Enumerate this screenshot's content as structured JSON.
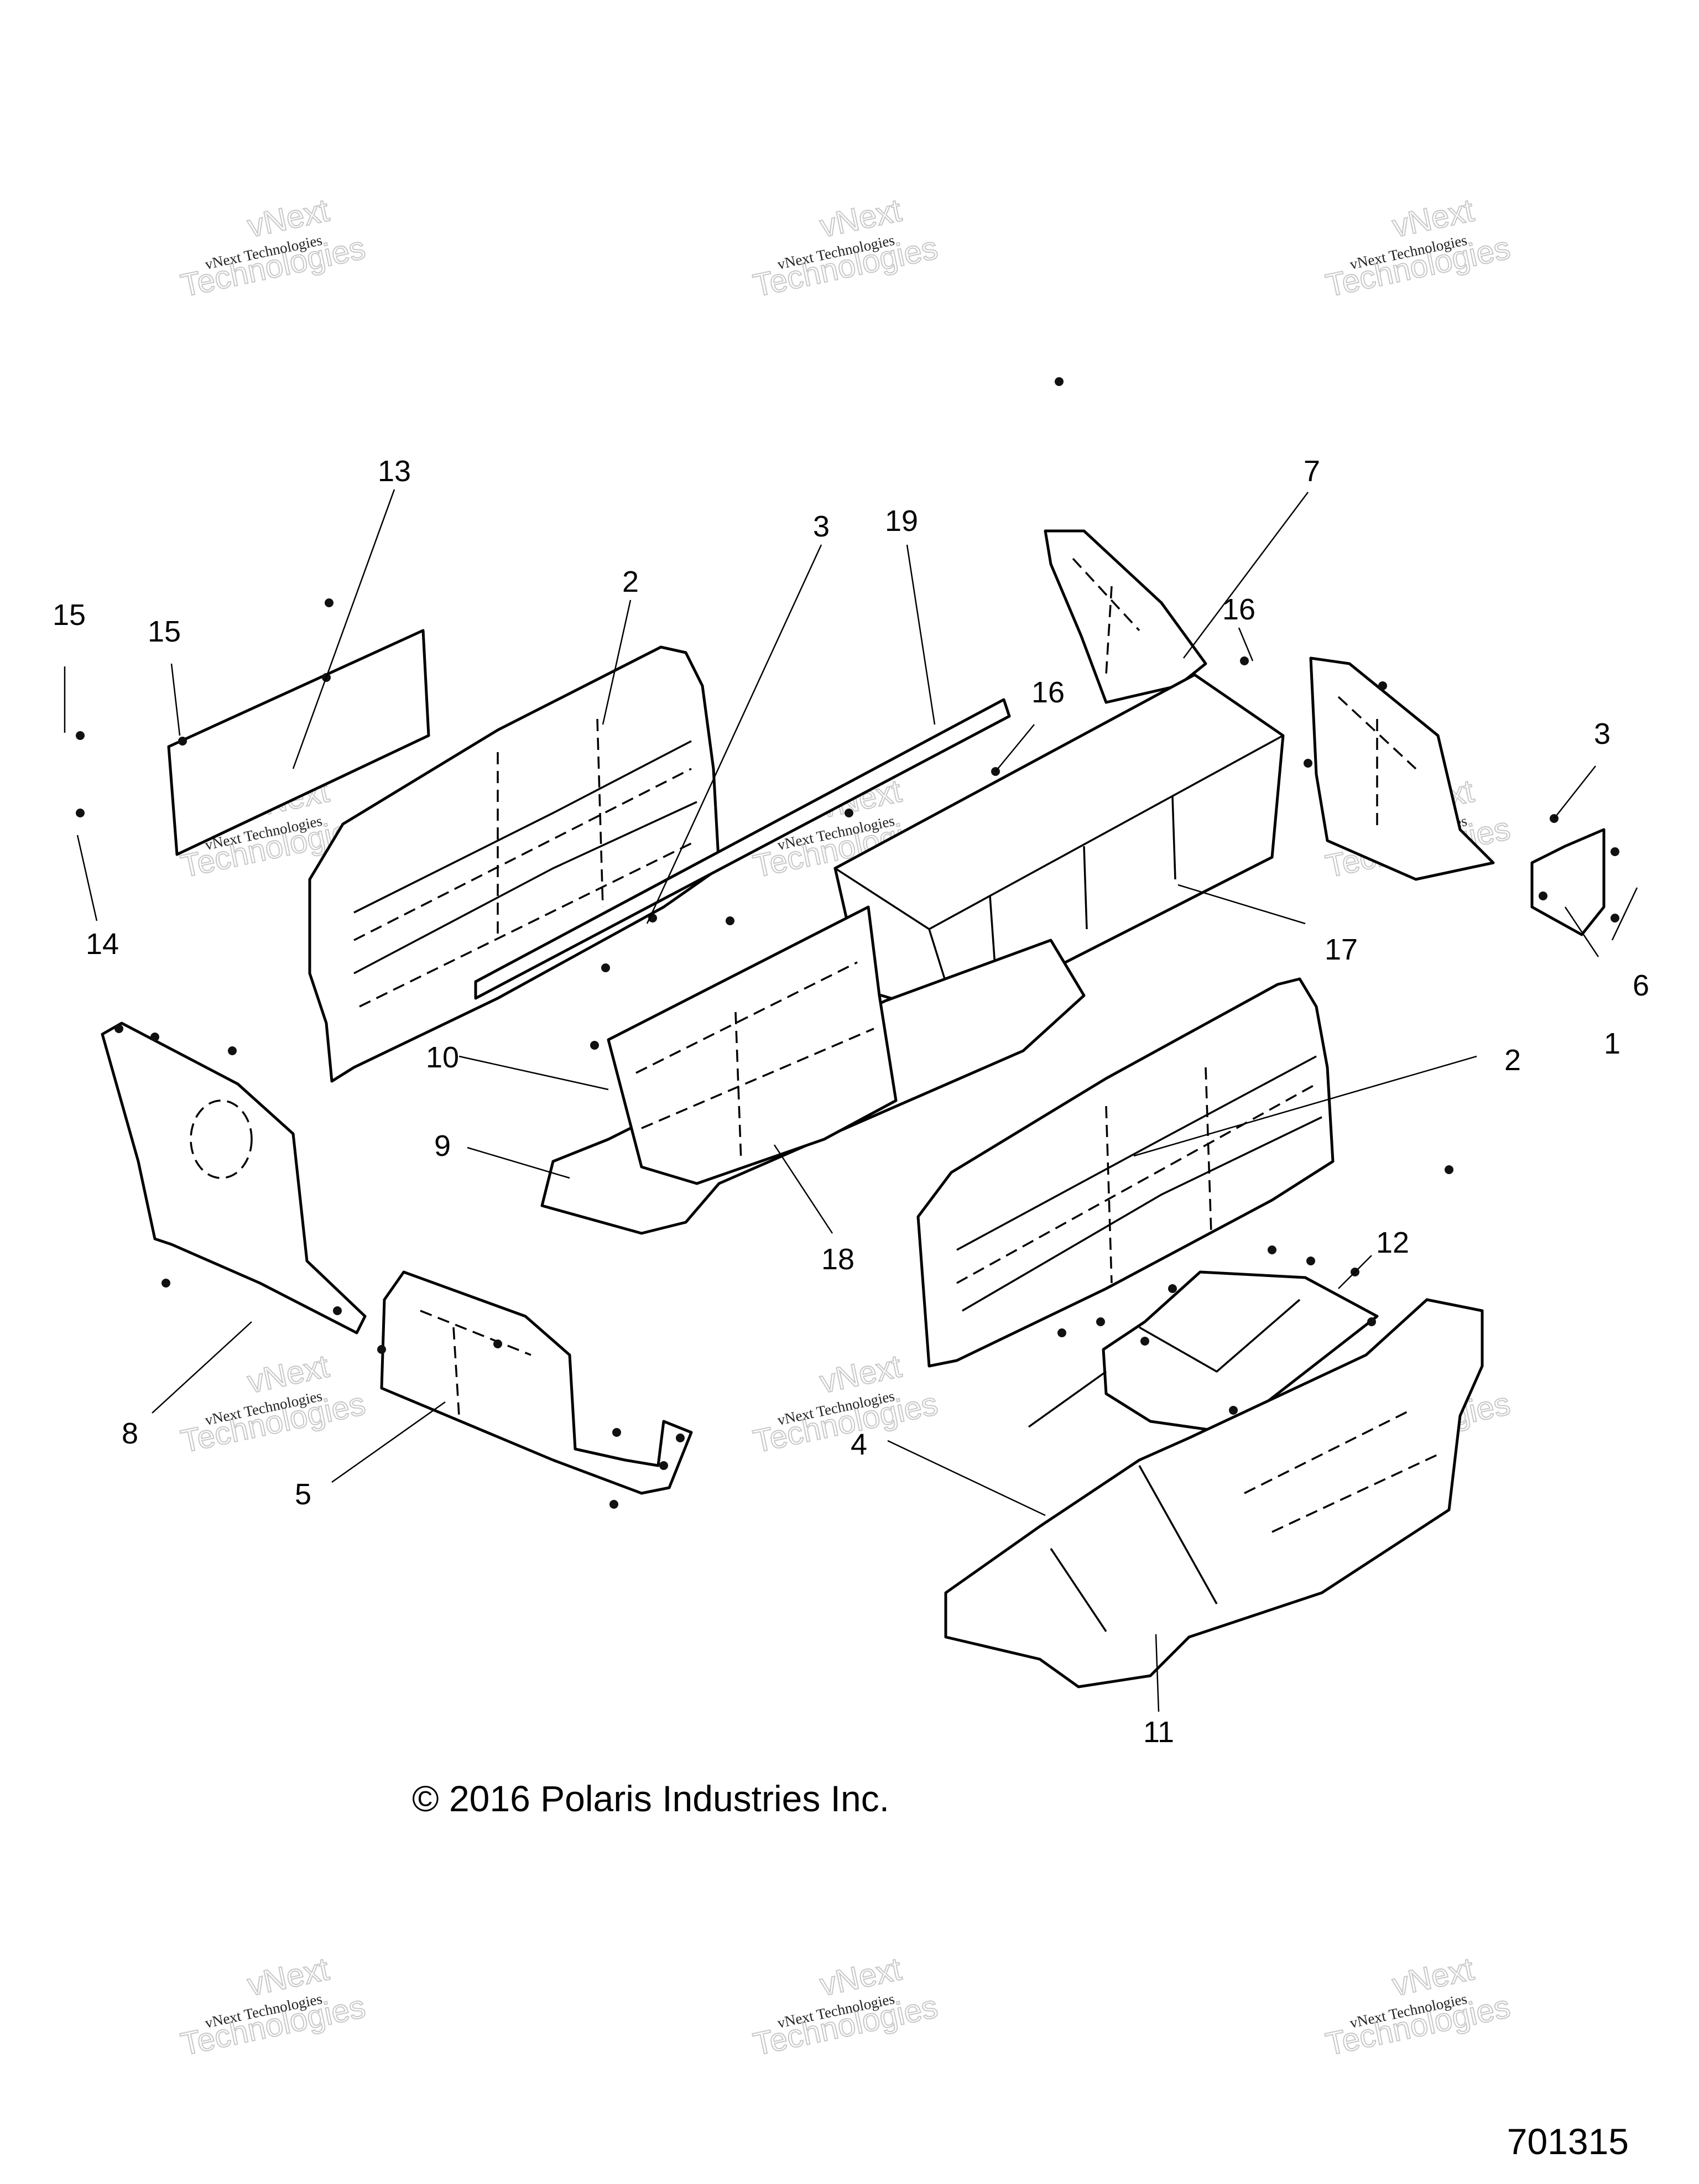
{
  "diagram": {
    "callouts": [
      "13",
      "2",
      "3",
      "19",
      "7",
      "16",
      "15",
      "15",
      "16",
      "3",
      "14",
      "17",
      "6",
      "1",
      "10",
      "2",
      "9",
      "18",
      "12",
      "8",
      "5",
      "4",
      "11"
    ],
    "watermark": {
      "line1": "vNext Technologies",
      "line2": "vNext",
      "line3": "Technologies"
    },
    "copyright": "© 2016 Polaris Industries Inc.",
    "drawing_number": "701315"
  }
}
